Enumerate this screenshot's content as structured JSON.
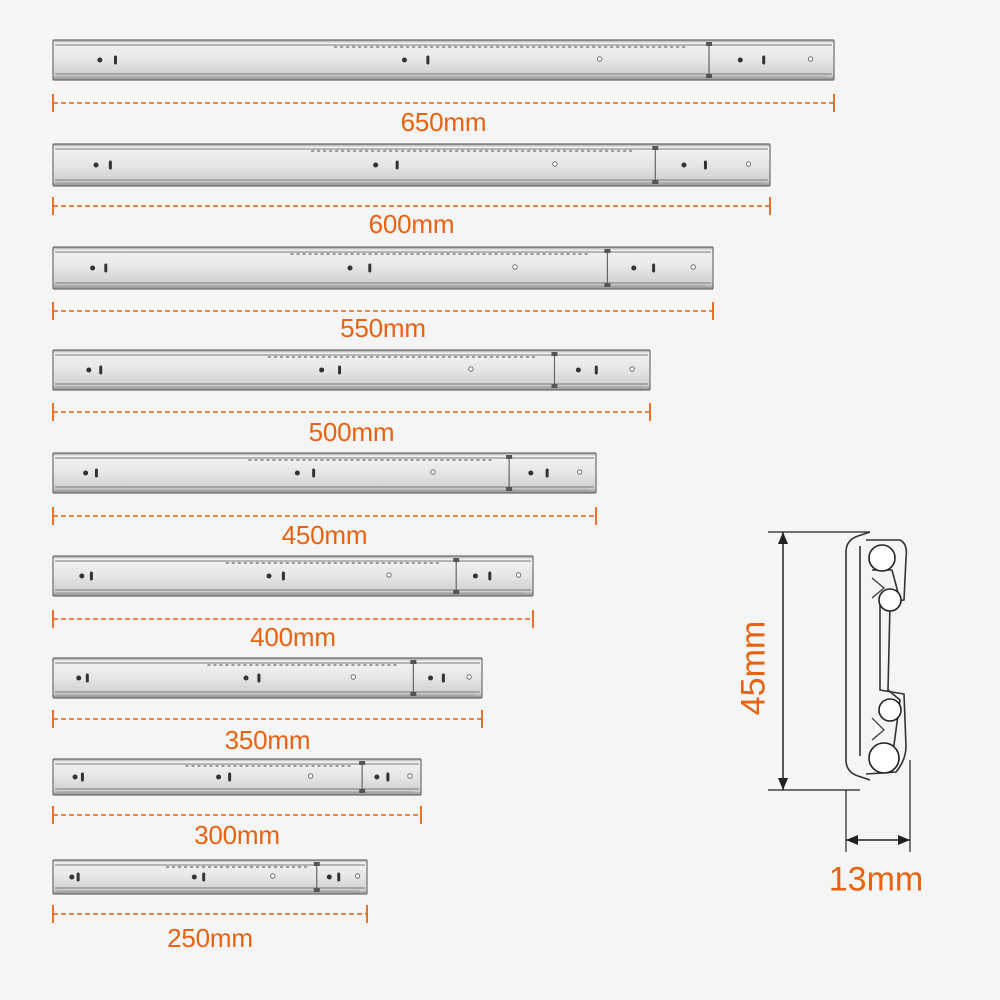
{
  "rails": [
    {
      "label": "650mm"
    },
    {
      "label": "600mm"
    },
    {
      "label": "550mm"
    },
    {
      "label": "500mm"
    },
    {
      "label": "450mm"
    },
    {
      "label": "400mm"
    },
    {
      "label": "350mm"
    },
    {
      "label": "300mm"
    },
    {
      "label": "250mm"
    }
  ],
  "profile": {
    "height_label": "45mm",
    "width_label": "13mm"
  },
  "colors": {
    "accent": "#e8620f",
    "rail_metal": "#dcdcdc",
    "rail_edge": "#6f6f6f",
    "background": "#f5f5f5"
  }
}
